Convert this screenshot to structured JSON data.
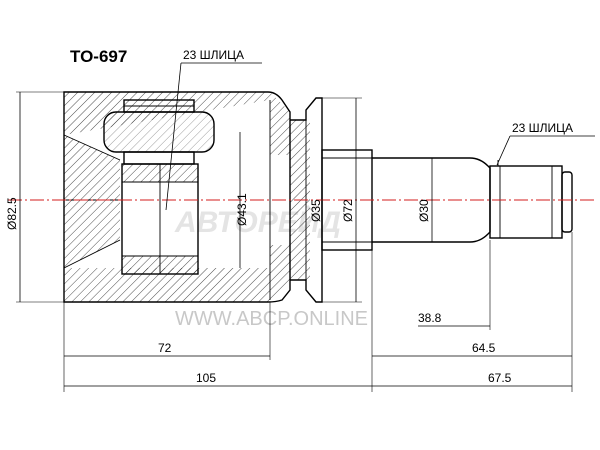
{
  "part_number": "TO-697",
  "callouts": {
    "spline_inner": "23 ШЛИЦА",
    "spline_outer": "23 ШЛИЦА"
  },
  "dimensions": {
    "housing_diameter": "Ø82.5",
    "bore_diameter": "Ø43.1",
    "seal_diameter": "Ø35",
    "flange_diameter": "Ø72",
    "shaft_diameter": "Ø30",
    "shaft_length": "38.8",
    "housing_length": "72",
    "stem_length": "64.5",
    "overall_left": "105",
    "overall_right": "67.5"
  },
  "watermark": {
    "logo": "АВТОРЕЙД",
    "site": "WWW.ABCP.ONLINE"
  },
  "colors": {
    "line": "#000000",
    "centerline": "#d31d1d",
    "watermark": "#c8c8c8"
  }
}
